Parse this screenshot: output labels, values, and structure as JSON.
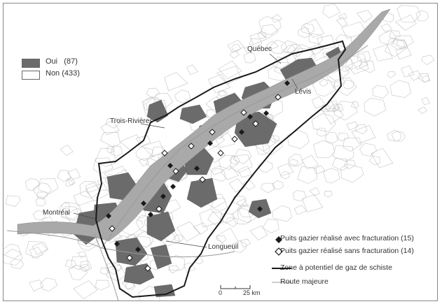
{
  "legend": {
    "oui": {
      "label": "Oui",
      "count": "(87)",
      "color": "#6b6b6b"
    },
    "non": {
      "label": "Non",
      "count": "(433)",
      "color": "#ffffff"
    }
  },
  "cities": {
    "quebec": "Québec",
    "levis": "Lévis",
    "trois_rivieres": "Trois-Rivières",
    "montreal": "Montréal",
    "longueuil": "Longueuil"
  },
  "symbols": {
    "with_frac": "Puits gazier réalisé avec fracturation (15)",
    "without_frac": "Puits gazier réalisé sans fracturation (14)",
    "zone": "Zone à potentiel de gaz de schiste",
    "road": "Route majeure"
  },
  "scale": {
    "zero": "0",
    "distance": "25 km"
  },
  "colors": {
    "municipality_oui": "#6b6b6b",
    "river": "#a9a9a9",
    "border": "#bdbdbd",
    "zone": "#1a1a1a"
  }
}
